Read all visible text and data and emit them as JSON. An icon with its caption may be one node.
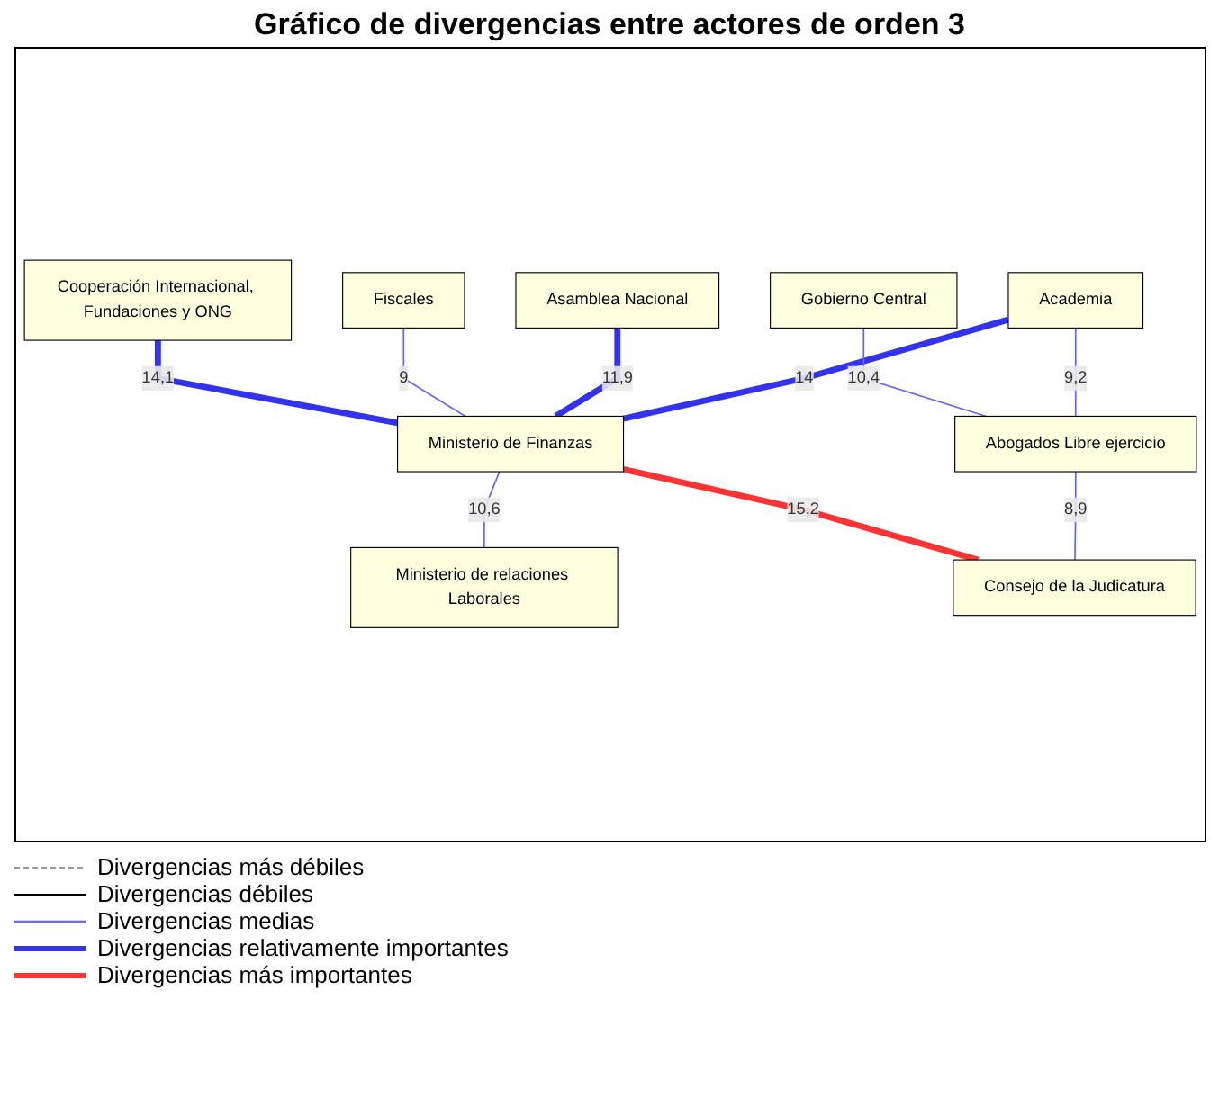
{
  "diagram": {
    "title": "Gráfico de divergencias entre actores de orden 3",
    "nodes": [
      {
        "text": [
          "Academia"
        ]
      },
      {
        "text": [
          "Asamblea Nacional"
        ]
      },
      {
        "text": [
          "Gobierno Central"
        ]
      },
      {
        "text": [
          "Fiscales"
        ]
      },
      {
        "text": [
          "Cooperación Internacional, Fundaciones y ONG"
        ]
      },
      {
        "text": [
          "Abogados Libre ejercicio"
        ]
      },
      {
        "text": [
          "Ministerio de Finanzas"
        ]
      },
      {
        "text": [
          "Ministerio de relaciones Laborales"
        ]
      },
      {
        "text": [
          "Consejo de la Judicatura"
        ]
      }
    ],
    "edges": [
      {
        "from": 0,
        "to": 6,
        "arrow": "none",
        "label": "14",
        "style": "thick"
      },
      {
        "from": 0,
        "to": 5,
        "arrow": "none",
        "label": "9,2"
      },
      {
        "from": 2,
        "to": 5,
        "arrow": "none",
        "label": "10,4"
      },
      {
        "from": 1,
        "to": 6,
        "arrow": "none",
        "label": "11,9",
        "style": "thick"
      },
      {
        "from": 3,
        "to": 6,
        "arrow": "none",
        "label": "9"
      },
      {
        "from": 4,
        "to": 6,
        "arrow": "none",
        "label": "14,1",
        "style": "thick"
      },
      {
        "from": 5,
        "to": 8,
        "arrow": "none",
        "label": "8,9"
      },
      {
        "from": 6,
        "to": 7,
        "arrow": "none",
        "label": "10,6"
      },
      {
        "from": 6,
        "to": 8,
        "arrow": "none",
        "label": "15,2",
        "style": "thick",
        "color": "#ff3333"
      }
    ],
    "legend": [
      {
        "text": "Divergencias más débiles"
      },
      {
        "text": "Divergencias débiles"
      },
      {
        "text": "Divergencias medias"
      },
      {
        "text": "Divergencias relativamente importantes"
      },
      {
        "text": "Divergencias más importantes"
      }
    ]
  }
}
